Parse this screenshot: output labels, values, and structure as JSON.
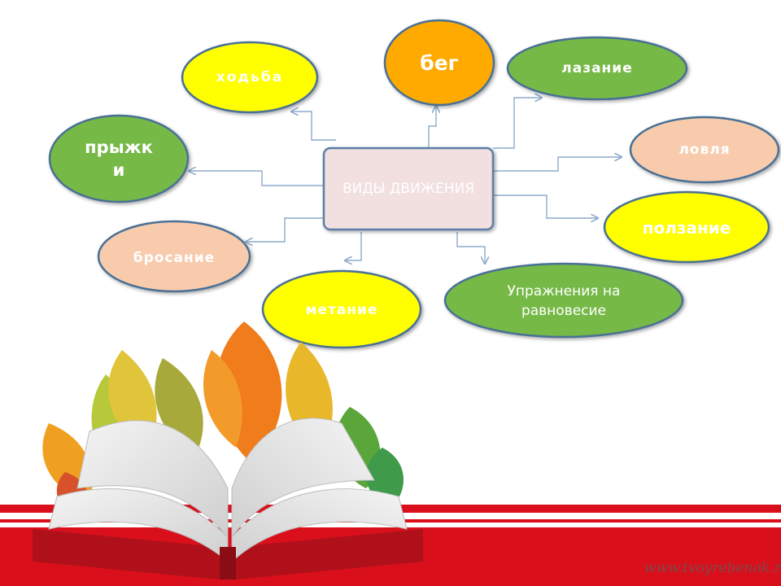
{
  "center": {
    "text": "ВИДЫ ДВИЖЕНИЯ",
    "fill": "#f2e0e0",
    "stroke": "#5b7fa8",
    "text_color": "#ffffff"
  },
  "nodes": [
    {
      "id": "hodba",
      "text": "ходьба",
      "fill": "#ffff00",
      "text_color": "#ffffff"
    },
    {
      "id": "beg",
      "text": "бег",
      "fill": "#ffaa00",
      "text_color": "#ffffff"
    },
    {
      "id": "lazanie",
      "text": "лазание",
      "fill": "#76b947",
      "text_color": "#ffffff"
    },
    {
      "id": "lovlya",
      "text": "ловля",
      "fill": "#f8cbad",
      "text_color": "#ffffff"
    },
    {
      "id": "polzanie",
      "text": "ползание",
      "fill": "#ffff00",
      "text_color": "#ffffff"
    },
    {
      "id": "ravnovesie",
      "text": "Упражнения на равновесие",
      "fill": "#76b947",
      "text_color": "#ffffff"
    },
    {
      "id": "metanie",
      "text": "метание",
      "fill": "#ffff00",
      "text_color": "#ffffff"
    },
    {
      "id": "brosanie",
      "text": "бросание",
      "fill": "#f8cbad",
      "text_color": "#ffffff"
    },
    {
      "id": "pryzhki",
      "text": "прыжк и",
      "fill": "#76b947",
      "text_color": "#ffffff"
    }
  ],
  "node_stroke": "#4a6f95",
  "connector_color": "#8eaacb",
  "watermark": "www.tvoyrebenok.ru",
  "footer_band_color": "#d9101c"
}
